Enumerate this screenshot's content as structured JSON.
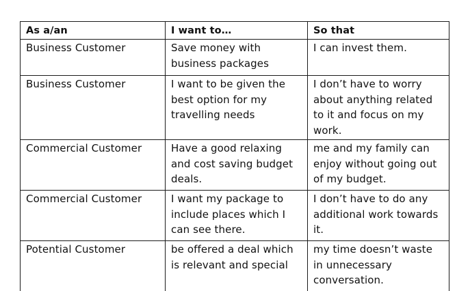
{
  "table": {
    "headers": [
      "As a/an",
      "I want to…",
      "So that"
    ],
    "rows": [
      [
        "Business Customer",
        "Save money with business packages",
        "I can invest them."
      ],
      [
        "Business Customer",
        "I want to be given the best option for my travelling needs",
        "I don’t have to worry about anything related to it and focus on my work."
      ],
      [
        "Commercial Customer",
        "Have a good relaxing and cost saving budget deals.",
        "me and my family can enjoy without going out of my budget."
      ],
      [
        "Commercial Customer",
        "I want my package to include places which I can see there.",
        "I don’t have to do any additional work towards it."
      ],
      [
        "Potential Customer",
        "be offered a deal which is relevant and special",
        "my time doesn’t waste in unnecessary conversation."
      ]
    ]
  }
}
